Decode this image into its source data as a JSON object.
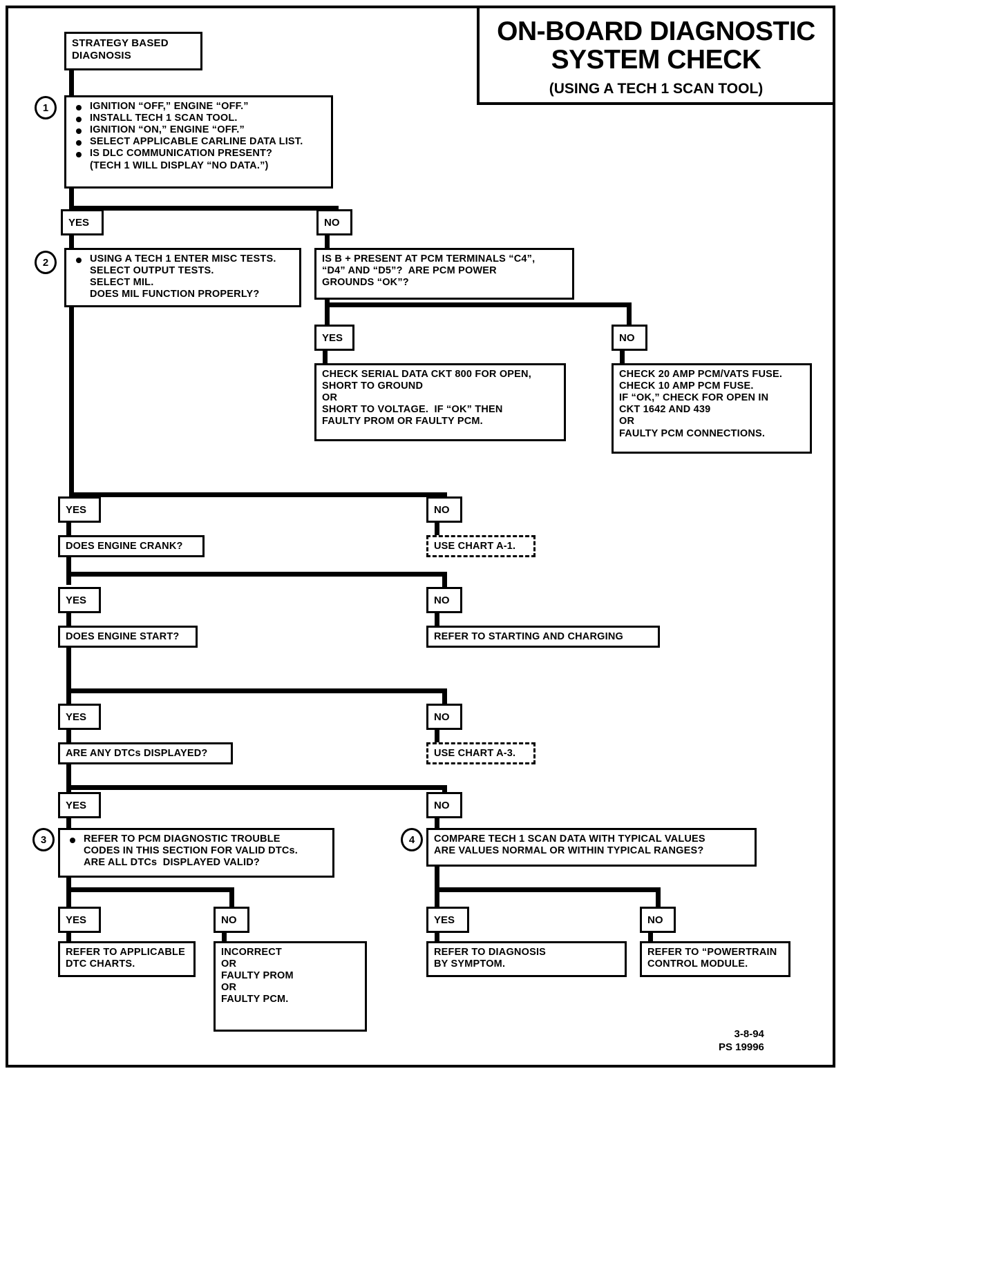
{
  "title": {
    "line1": "ON-BOARD DIAGNOSTIC",
    "line2": "SYSTEM CHECK",
    "line3": "(USING A TECH 1 SCAN TOOL)"
  },
  "footer": {
    "date": "3-8-94",
    "code": "PS 19996"
  },
  "labels": {
    "yes": "YES",
    "no": "NO"
  },
  "steps": {
    "one": "1",
    "two": "2",
    "three": "3",
    "four": "4"
  },
  "nodes": {
    "strategy": {
      "line1": "STRATEGY BASED",
      "line2": "DIAGNOSIS"
    },
    "step1": {
      "b1": "IGNITION “OFF,” ENGINE “OFF.”",
      "b2": "INSTALL TECH 1 SCAN TOOL.",
      "b3": "IGNITION “ON,” ENGINE “OFF.”",
      "b4": "SELECT APPLICABLE CARLINE DATA LIST.",
      "b5": "IS DLC COMMUNICATION PRESENT?",
      "b5b": "(TECH 1 WILL DISPLAY “NO DATA.”)"
    },
    "step2": {
      "l1": "USING A TECH 1 ENTER MISC TESTS.",
      "l2": "SELECT OUTPUT TESTS.",
      "l3": "SELECT MIL.",
      "l4": "DOES MIL FUNCTION PROPERLY?"
    },
    "bplus": {
      "l1": "IS B + PRESENT AT PCM TERMINALS “C4”,",
      "l2": "“D4” AND “D5”?  ARE PCM POWER",
      "l3": "GROUNDS “OK”?"
    },
    "serial": {
      "l1": "CHECK SERIAL DATA CKT 800 FOR OPEN,",
      "l2": "SHORT TO GROUND",
      "l3": "OR",
      "l4": "SHORT TO VOLTAGE.  IF “OK” THEN",
      "l5": "FAULTY PROM OR FAULTY PCM."
    },
    "fuse": {
      "l1": "CHECK 20 AMP PCM/VATS FUSE.",
      "l2": "CHECK 10 AMP PCM FUSE.",
      "l3": "IF “OK,” CHECK FOR OPEN IN",
      "l4": "CKT 1642 AND 439",
      "l5": "OR",
      "l6": "FAULTY PCM CONNECTIONS."
    },
    "crank": "DOES ENGINE CRANK?",
    "chart_a1": "USE CHART A-1.",
    "start": "DOES ENGINE START?",
    "starting_charging": "REFER TO STARTING AND CHARGING",
    "dtcs_displayed": "ARE ANY DTCs DISPLAYED?",
    "chart_a3": "USE CHART A-3.",
    "step3": {
      "l1": "REFER TO PCM DIAGNOSTIC TROUBLE",
      "l2": "CODES IN THIS SECTION FOR VALID DTCs.",
      "l3": "ARE ALL DTCs  DISPLAYED VALID?"
    },
    "step4": {
      "l1": "COMPARE TECH 1 SCAN DATA WITH TYPICAL VALUES",
      "l2": "ARE VALUES NORMAL OR WITHIN TYPICAL RANGES?"
    },
    "dtc_charts": {
      "l1": "REFER TO APPLICABLE",
      "l2": "DTC CHARTS."
    },
    "incorrect": {
      "l1": "INCORRECT",
      "l2": "OR",
      "l3": "FAULTY PROM",
      "l4": "OR",
      "l5": "FAULTY PCM."
    },
    "by_symptom": {
      "l1": "REFER TO DIAGNOSIS",
      "l2": "BY SYMPTOM."
    },
    "pcm_module": {
      "l1": "REFER TO “POWERTRAIN",
      "l2": "CONTROL MODULE."
    }
  }
}
